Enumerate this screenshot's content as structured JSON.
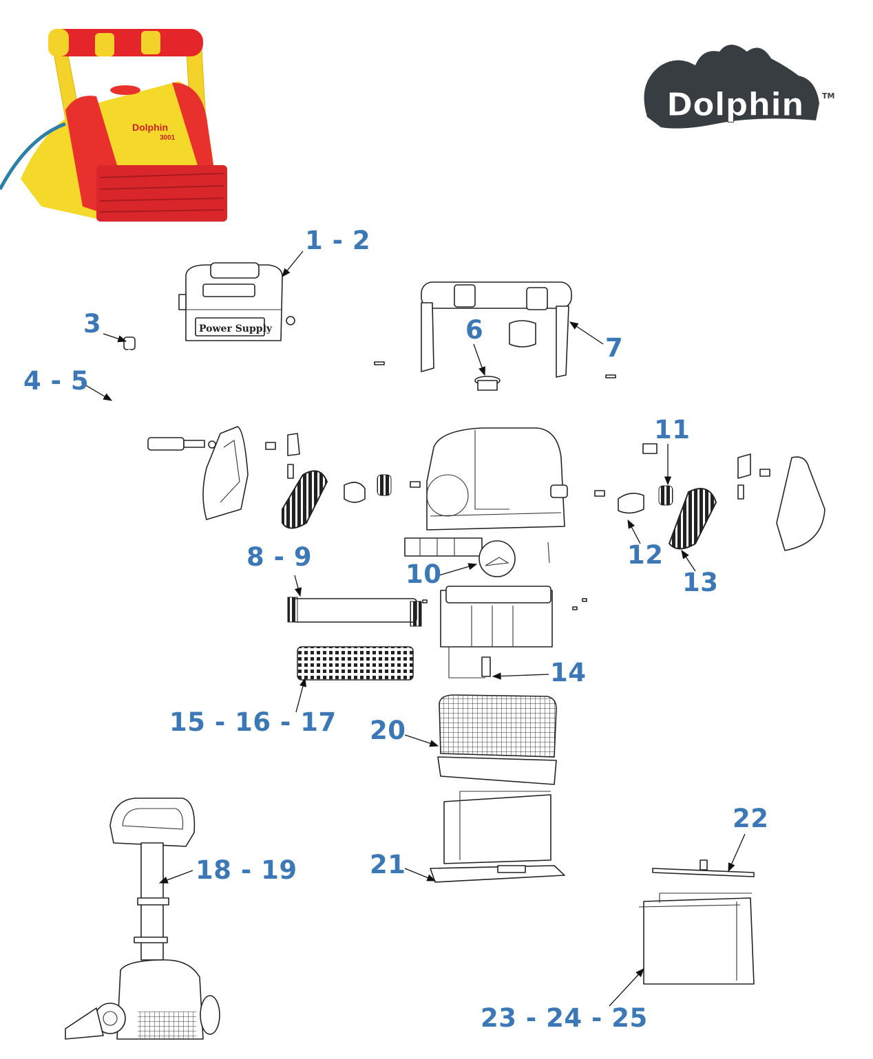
{
  "brand": {
    "logo_text": "Dolphin",
    "trademark": "™",
    "product_badge": "Dolphin 3001",
    "logo_color": "#383d42"
  },
  "accent_color": "#3b78b5",
  "power_supply_text": "Power Supply",
  "callouts": [
    {
      "id": "1-2",
      "label": "1 - 2"
    },
    {
      "id": "3",
      "label": "3"
    },
    {
      "id": "4-5",
      "label": "4 - 5"
    },
    {
      "id": "6",
      "label": "6"
    },
    {
      "id": "7",
      "label": "7"
    },
    {
      "id": "11",
      "label": "11"
    },
    {
      "id": "8-9",
      "label": "8 - 9"
    },
    {
      "id": "10",
      "label": "10"
    },
    {
      "id": "12",
      "label": "12"
    },
    {
      "id": "13",
      "label": "13"
    },
    {
      "id": "14",
      "label": "14"
    },
    {
      "id": "15-16-17",
      "label": "15 - 16 - 17"
    },
    {
      "id": "20",
      "label": "20"
    },
    {
      "id": "18-19",
      "label": "18 - 19"
    },
    {
      "id": "21",
      "label": "21"
    },
    {
      "id": "22",
      "label": "22"
    },
    {
      "id": "23-24-25",
      "label": "23 - 24 - 25"
    }
  ]
}
